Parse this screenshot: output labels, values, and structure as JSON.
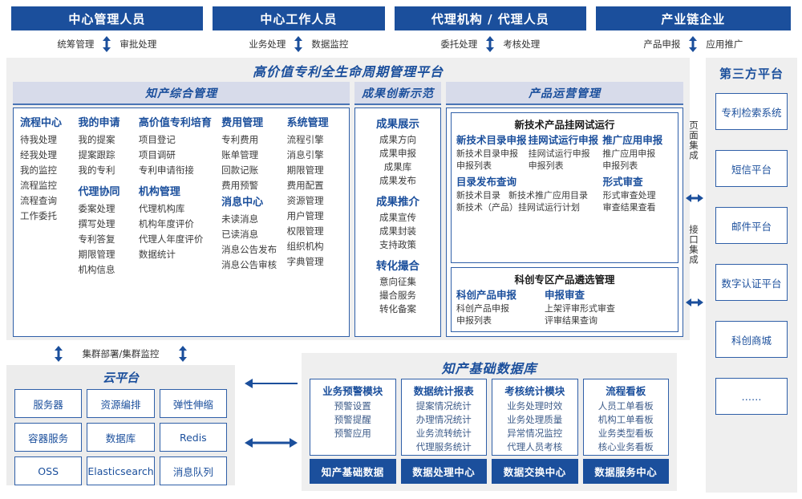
{
  "roles": {
    "items": [
      {
        "title": "中心管理人员",
        "left_action": "统筹管理",
        "right_action": "审批处理"
      },
      {
        "title": "中心工作人员",
        "left_action": "业务处理",
        "right_action": "数据监控"
      },
      {
        "title": "代理机构 / 代理人员",
        "left_action": "委托处理",
        "right_action": "考核处理"
      },
      {
        "title": "产业链企业",
        "left_action": "产品申报",
        "right_action": "应用推广"
      }
    ]
  },
  "platform": {
    "title": "高价值专利全生命周期管理平台",
    "sections": {
      "ip": {
        "title": "知产综合管理",
        "columns": [
          {
            "groups": [
              {
                "header": "流程中心",
                "items": [
                  "待我处理",
                  "经我处理",
                  "我的监控",
                  "流程监控",
                  "流程查询",
                  "工作委托"
                ]
              }
            ]
          },
          {
            "groups": [
              {
                "header": "我的申请",
                "items": [
                  "我的提案",
                  "提案跟踪",
                  "我的专利"
                ]
              },
              {
                "header": "代理协同",
                "items": [
                  "委案处理",
                  "撰写处理",
                  "专利答复",
                  "期限管理",
                  "机构信息"
                ]
              }
            ]
          },
          {
            "groups": [
              {
                "header": "高价值专利培育",
                "items": [
                  "项目登记",
                  "项目调研",
                  "专利申请衔接"
                ]
              },
              {
                "header": "机构管理",
                "items": [
                  "代理机构库",
                  "机构年度评价",
                  "代理人年度评价",
                  "数据统计"
                ]
              }
            ]
          },
          {
            "groups": [
              {
                "header": "费用管理",
                "items": [
                  "专利费用",
                  "账单管理",
                  "回款记账",
                  "费用预警"
                ]
              },
              {
                "header": "消息中心",
                "items": [
                  "未读消息",
                  "已读消息",
                  "消息公告发布",
                  "消息公告审核"
                ]
              }
            ]
          },
          {
            "groups": [
              {
                "header": "系统管理",
                "items": [
                  "流程引擎",
                  "消息引擎",
                  "期限管理",
                  "费用配置",
                  "资源管理",
                  "用户管理",
                  "权限管理",
                  "组织机构",
                  "字典管理"
                ]
              }
            ]
          }
        ]
      },
      "achievement": {
        "title": "成果创新示范",
        "groups": [
          {
            "header": "成果展示",
            "items": [
              "成果方向",
              "成果申报",
              "成果库",
              "成果发布"
            ]
          },
          {
            "header": "成果推介",
            "items": [
              "成果宣传",
              "成果封装",
              "支持政策"
            ]
          },
          {
            "header": "转化撮合",
            "items": [
              "意向征集",
              "撮合服务",
              "转化备案"
            ]
          }
        ]
      },
      "product": {
        "title": "产品运营管理",
        "boxes": [
          {
            "title": "新技术产品挂网试运行",
            "rows": [
              {
                "cols": [
                  {
                    "header": "新技术目录申报",
                    "items": [
                      "新技术目录申报",
                      "申报列表"
                    ]
                  },
                  {
                    "header": "挂网试运行申报",
                    "items": [
                      "挂网试运行申报",
                      "申报列表"
                    ]
                  },
                  {
                    "header": "推广应用申报",
                    "items": [
                      "推广应用申报",
                      "申报列表"
                    ]
                  }
                ]
              },
              {
                "cols": [
                  {
                    "header": "目录发布查询",
                    "items_inline": [
                      "新技术目录",
                      "新技术推广应用目录"
                    ],
                    "items": [
                      "新技术（产品）挂网试运行计划"
                    ]
                  },
                  {
                    "header": "形式审查",
                    "items": [
                      "形式审查处理",
                      "审查结果查看"
                    ]
                  }
                ]
              }
            ]
          },
          {
            "title": "科创专区产品遴选管理",
            "rows": [
              {
                "cols": [
                  {
                    "header": "科创产品申报",
                    "items": [
                      "科创产品申报",
                      "申报列表"
                    ]
                  },
                  {
                    "header": "申报审查",
                    "items": [
                      "上架评审形式审查",
                      "评审结果查询"
                    ]
                  }
                ]
              }
            ]
          }
        ]
      }
    }
  },
  "integration": {
    "labels": [
      "页面集成",
      "接口集成"
    ]
  },
  "third_party": {
    "title": "第三方平台",
    "items": [
      "专利检索系统",
      "短信平台",
      "邮件平台",
      "数字认证平台",
      "科创商城",
      "……"
    ]
  },
  "cluster": {
    "label": "集群部署/集群监控"
  },
  "cloud": {
    "title": "云平台",
    "items": [
      "服务器",
      "资源编排",
      "弹性伸缩",
      "容器服务",
      "数据库",
      "Redis",
      "OSS",
      "Elasticsearch",
      "消息队列"
    ]
  },
  "database": {
    "title": "知产基础数据库",
    "columns": [
      {
        "header": "业务预警模块",
        "items": [
          "预警设置",
          "预警提醒",
          "预警应用"
        ],
        "footer": "知产基础数据"
      },
      {
        "header": "数据统计报表",
        "items": [
          "提案情况统计",
          "办理情况统计",
          "业务流转统计",
          "代理服务统计"
        ],
        "footer": "数据处理中心"
      },
      {
        "header": "考核统计模块",
        "items": [
          "业务处理时效",
          "业务处理质量",
          "异常情况监控",
          "代理人员考核"
        ],
        "footer": "数据交换中心"
      },
      {
        "header": "流程看板",
        "items": [
          "人员工单看板",
          "机构工单看板",
          "业务类型看板",
          "核心业务看板"
        ],
        "footer": "数据服务中心"
      }
    ]
  },
  "colors": {
    "brand_blue": "#1b4f9c",
    "border_blue": "#2f5fa8",
    "band_lavender": "#d7dbea",
    "panel_gray": "#efefef"
  }
}
